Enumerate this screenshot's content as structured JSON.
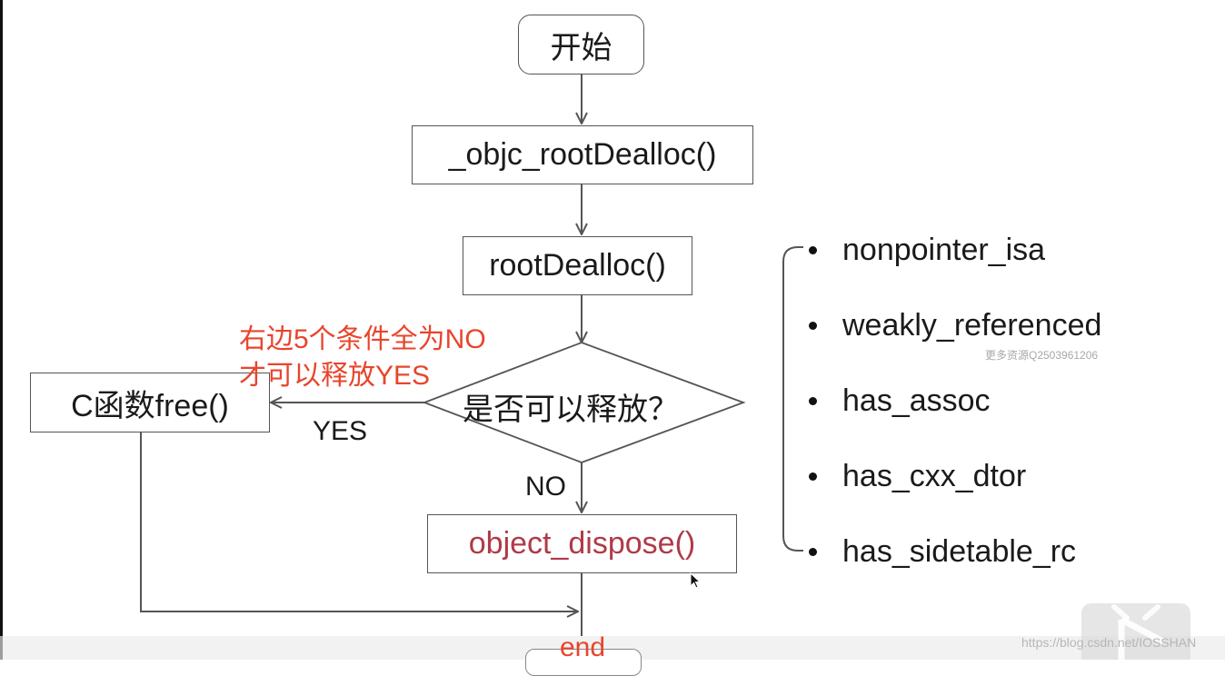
{
  "diagram": {
    "start": "开始",
    "objc_root_dealloc": "_objc_rootDealloc()",
    "root_dealloc": "rootDealloc()",
    "decision": "是否可以释放？",
    "free_box": "C函数free()",
    "yes_label": "YES",
    "no_label": "NO",
    "object_dispose": "object_dispose()",
    "end": "end"
  },
  "note": {
    "line1": "右边5个条件全为NO",
    "line2": "才可以释放YES"
  },
  "conditions": [
    "nonpointer_isa",
    "weakly_referenced",
    "has_assoc",
    "has_cxx_dtor",
    "has_sidetable_rc"
  ],
  "watermarks": {
    "resource": "更多资源Q2503961206",
    "blog": "https://blog.csdn.net/IOSSHAN"
  },
  "colors": {
    "note": "#e8452c",
    "object_dispose_text": "#b03a48",
    "line": "#555555"
  },
  "icons": [
    "play-icon",
    "mouse-cursor-icon"
  ]
}
